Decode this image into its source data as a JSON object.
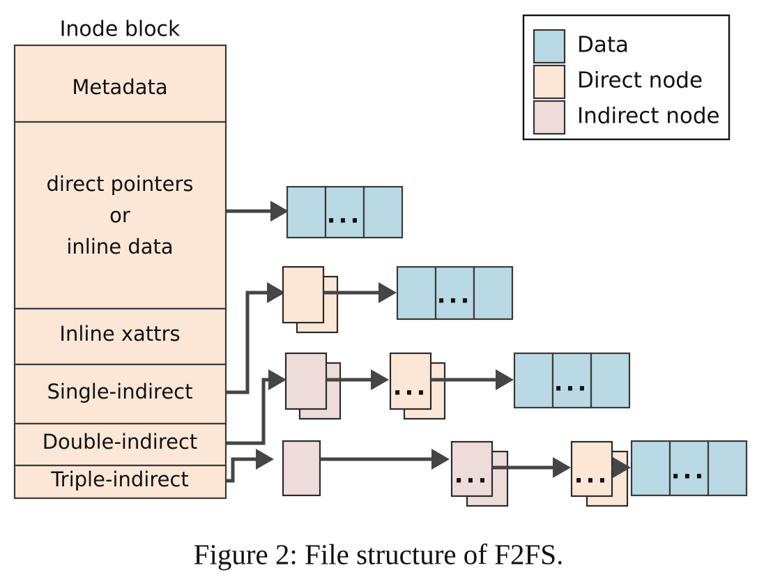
{
  "figure": {
    "caption": "Figure 2: File structure of F2FS.",
    "block_title": "Inode block"
  },
  "colors": {
    "data": "#b9d9e4",
    "direct_node": "#fce7d7",
    "indirect_node": "#eddcda",
    "stroke": "#2b2b2b",
    "connector": "#454545",
    "background": "#ffffff"
  },
  "legend": {
    "items": [
      {
        "label": "Data",
        "color_key": "data"
      },
      {
        "label": "Direct node",
        "color_key": "direct_node"
      },
      {
        "label": "Indirect node",
        "color_key": "indirect_node"
      }
    ]
  },
  "inode_block": {
    "rows": [
      {
        "label": "Metadata"
      },
      {
        "label": "direct pointers\nor\ninline data",
        "lines": [
          "direct pointers",
          "or",
          "inline data"
        ]
      },
      {
        "label": "Inline xattrs"
      },
      {
        "label": "Single-indirect"
      },
      {
        "label": "Double-indirect"
      },
      {
        "label": "Triple-indirect"
      }
    ]
  },
  "ellipsis": "...",
  "chains": [
    {
      "name": "direct-pointer-chain",
      "source_row": "direct pointers or inline data",
      "nodes": [
        {
          "kind": "data-blocks",
          "cells": 3,
          "ellipsis_cell": 2
        }
      ]
    },
    {
      "name": "single-indirect-chain",
      "source_row": "Single-indirect",
      "nodes": [
        {
          "kind": "direct-node-stack",
          "stacked": true,
          "ellipsis": false
        },
        {
          "kind": "data-blocks",
          "cells": 3,
          "ellipsis_cell": 2
        }
      ]
    },
    {
      "name": "double-indirect-chain",
      "source_row": "Double-indirect",
      "nodes": [
        {
          "kind": "indirect-node-stack",
          "stacked": true,
          "ellipsis": false
        },
        {
          "kind": "direct-node-stack",
          "stacked": true,
          "ellipsis": true
        },
        {
          "kind": "data-blocks",
          "cells": 3,
          "ellipsis_cell": 2
        }
      ]
    },
    {
      "name": "triple-indirect-chain",
      "source_row": "Triple-indirect",
      "nodes": [
        {
          "kind": "indirect-node-single",
          "stacked": false,
          "ellipsis": false
        },
        {
          "kind": "indirect-node-stack",
          "stacked": true,
          "ellipsis": true
        },
        {
          "kind": "direct-node-stack",
          "stacked": true,
          "ellipsis": true
        },
        {
          "kind": "data-blocks",
          "cells": 3,
          "ellipsis_cell": 2
        }
      ]
    }
  ]
}
